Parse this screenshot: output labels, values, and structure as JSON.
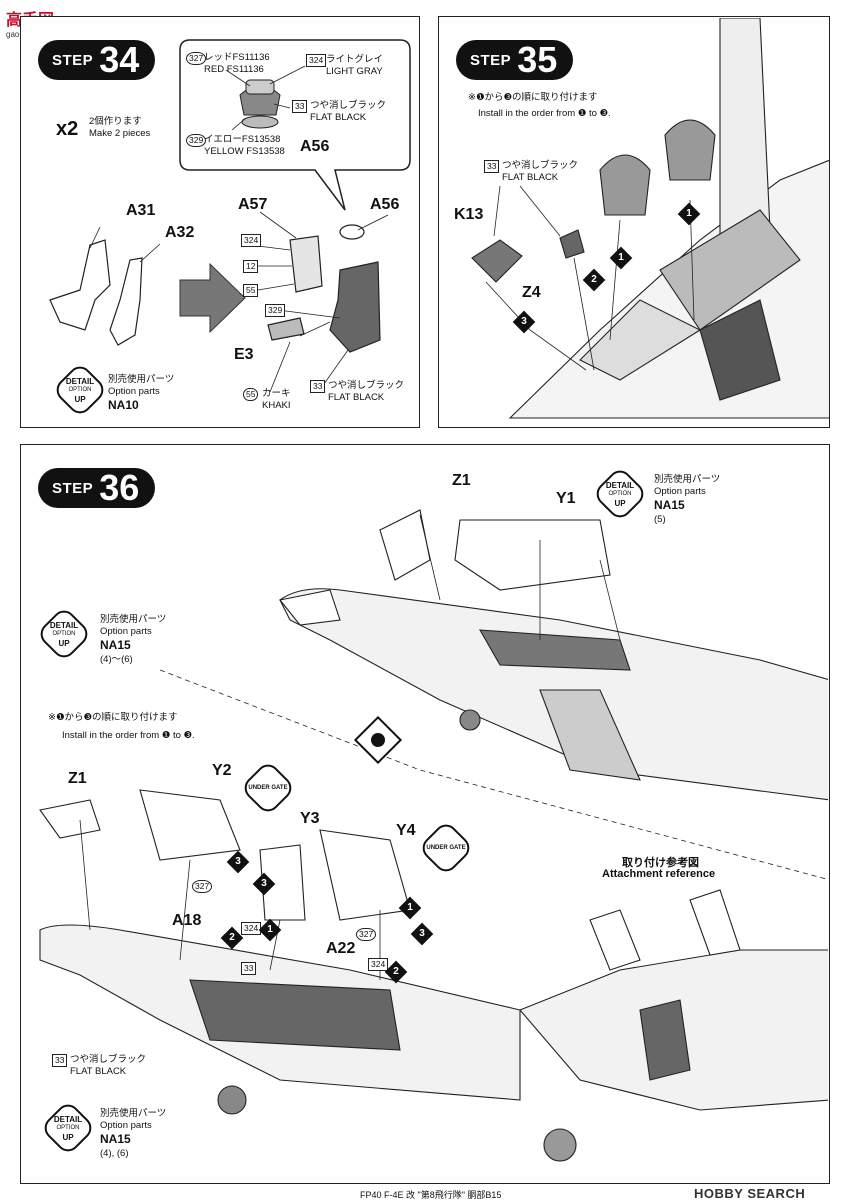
{
  "watermark_top": {
    "cn": "高手网",
    "url": "gao-shou.com"
  },
  "step34": {
    "step_word": "STEP",
    "step_num": "34",
    "x2": "x2",
    "make2_jp": "2個作ります",
    "make2_en": "Make 2 pieces",
    "callout": {
      "red_num": "327",
      "red_jp": "レッドFS11136",
      "red_en": "RED FS11136",
      "gray_num": "324",
      "gray_jp": "ライトグレイ",
      "gray_en": "LIGHT GRAY",
      "black_num": "33",
      "black_jp": "つや消しブラック",
      "black_en": "FLAT BLACK",
      "yellow_num": "329",
      "yellow_jp": "イエローFS13538",
      "yellow_en": "YELLOW FS13538",
      "part": "A56"
    },
    "parts": {
      "a31": "A31",
      "a32": "A32",
      "a57": "A57",
      "a56": "A56",
      "e3": "E3"
    },
    "nums": {
      "n324": "324",
      "n12": "12",
      "n55": "55",
      "n329": "329",
      "n55b": "55",
      "n33": "33"
    },
    "khaki_jp": "カーキ",
    "khaki_en": "KHAKI",
    "flat_jp": "つや消しブラック",
    "flat_en": "FLAT BLACK",
    "detail": {
      "word": "DETAIL",
      "option": "OPTION",
      "up": "UP",
      "jp": "別売使用パーツ",
      "en": "Option parts",
      "code": "NA10"
    }
  },
  "step35": {
    "step_word": "STEP",
    "step_num": "35",
    "note_jp": "※❶から❸の順に取り付けます",
    "note_en": "Install in the order from ❶ to ❸.",
    "black_num": "33",
    "black_jp": "つや消しブラック",
    "black_en": "FLAT BLACK",
    "k13": "K13",
    "z4": "Z4",
    "o1": "1",
    "o2": "2",
    "o3": "3"
  },
  "step36": {
    "step_word": "STEP",
    "step_num": "36",
    "z1": "Z1",
    "y1": "Y1",
    "detail_top": {
      "word": "DETAIL",
      "option": "OPTION",
      "up": "UP",
      "jp": "別売使用パーツ",
      "en": "Option parts",
      "code": "NA15",
      "sub": "(5)"
    },
    "detail_left": {
      "word": "DETAIL",
      "option": "OPTION",
      "up": "UP",
      "jp": "別売使用パーツ",
      "en": "Option parts",
      "code": "NA15",
      "sub": "(4)〜(6)"
    },
    "detail_bottom": {
      "word": "DETAIL",
      "option": "OPTION",
      "up": "UP",
      "jp": "別売使用パーツ",
      "en": "Option parts",
      "code": "NA15",
      "sub": "(4), (6)"
    },
    "note_jp": "※❶から❸の順に取り付けます",
    "note_en": "Install in the order from ❶ to ❸.",
    "z1b": "Z1",
    "y2": "Y2",
    "y3": "Y3",
    "y4": "Y4",
    "a18": "A18",
    "a22": "A22",
    "under_gate": "UNDER GATE",
    "n327a": "327",
    "n324a": "324",
    "n33": "33",
    "n327b": "327",
    "n324b": "324",
    "flat_jp": "つや消しブラック",
    "flat_en": "FLAT BLACK",
    "ref_jp": "取り付け参考図",
    "ref_en": "Attachment reference",
    "o1": "1",
    "o2": "2",
    "o3": "3"
  },
  "footer": {
    "text": "FP40 F-4E 改 \"第8飛行隊\" 胴部B15",
    "logo": "HOBBY SEARCH"
  }
}
